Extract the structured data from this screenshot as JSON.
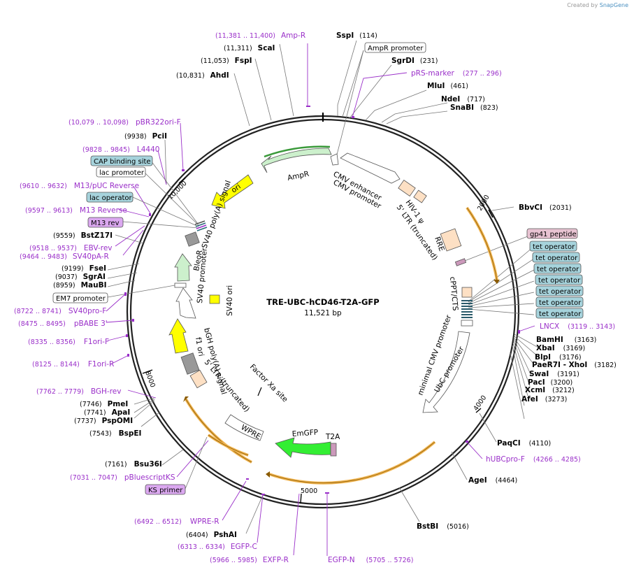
{
  "credit": {
    "prefix": "Created by",
    "brand": "SnapGene"
  },
  "plasmid": {
    "name": "TRE-UBC-hCD46-T2A-GFP",
    "size_label": "11,521 bp"
  },
  "ticks": [
    "2000",
    "4000",
    "5000",
    "8000",
    "10,000"
  ],
  "enzymes": [
    {
      "name": "SspI",
      "pos": "(114)"
    },
    {
      "name": "SgrDI",
      "pos": "(231)"
    },
    {
      "name": "MluI",
      "pos": "(461)"
    },
    {
      "name": "NdeI",
      "pos": "(717)"
    },
    {
      "name": "SnaBI",
      "pos": "(823)"
    },
    {
      "name": "BbvCI",
      "pos": "(2031)"
    },
    {
      "name": "BamHI",
      "pos": "(3163)"
    },
    {
      "name": "XbaI",
      "pos": "(3169)"
    },
    {
      "name": "BlpI",
      "pos": "(3176)"
    },
    {
      "name": "PaeR7I - XhoI",
      "pos": "(3182)"
    },
    {
      "name": "SwaI",
      "pos": "(3191)"
    },
    {
      "name": "PacI",
      "pos": "(3200)"
    },
    {
      "name": "XcmI",
      "pos": "(3212)"
    },
    {
      "name": "AfeI",
      "pos": "(3273)"
    },
    {
      "name": "PaqCI",
      "pos": "(4110)"
    },
    {
      "name": "AgeI",
      "pos": "(4464)"
    },
    {
      "name": "BstBI",
      "pos": "(5016)"
    },
    {
      "name": "PshAI",
      "pos": "(6404)"
    },
    {
      "name": "Bsu36I",
      "pos": "(7161)"
    },
    {
      "name": "BspEI",
      "pos": "(7543)"
    },
    {
      "name": "PspOMI",
      "pos": "(7737)"
    },
    {
      "name": "ApaI",
      "pos": "(7741)"
    },
    {
      "name": "PmeI",
      "pos": "(7746)"
    },
    {
      "name": "MauBI",
      "pos": "(8959)"
    },
    {
      "name": "SgrAI",
      "pos": "(9037)"
    },
    {
      "name": "FseI",
      "pos": "(9199)"
    },
    {
      "name": "BstZ17I",
      "pos": "(9559)"
    },
    {
      "name": "PciI",
      "pos": "(9938)"
    },
    {
      "name": "AhdI",
      "pos": "(10,831)"
    },
    {
      "name": "FspI",
      "pos": "(11,053)"
    },
    {
      "name": "ScaI",
      "pos": "(11,311)"
    }
  ],
  "primers": [
    {
      "name": "Amp-R",
      "pos": "(11,381 .. 11,400)"
    },
    {
      "name": "pRS-marker",
      "pos": "(277 .. 296)"
    },
    {
      "name": "LNCX",
      "pos": "(3119 .. 3143)"
    },
    {
      "name": "hUBCpro-F",
      "pos": "(4266 .. 4285)"
    },
    {
      "name": "EGFP-N",
      "pos": "(5705 .. 5726)"
    },
    {
      "name": "EXFP-R",
      "pos": "(5966 .. 5985)"
    },
    {
      "name": "EGFP-C",
      "pos": "(6313 .. 6334)"
    },
    {
      "name": "WPRE-R",
      "pos": "(6492 .. 6512)"
    },
    {
      "name": "pBluescriptKS",
      "pos": "(7031 .. 7047)"
    },
    {
      "name": "BGH-rev",
      "pos": "(7762 .. 7779)"
    },
    {
      "name": "F1ori-R",
      "pos": "(8125 .. 8144)"
    },
    {
      "name": "F1ori-F",
      "pos": "(8335 .. 8356)"
    },
    {
      "name": "pBABE 3'",
      "pos": "(8475 .. 8495)"
    },
    {
      "name": "SV40pro-F",
      "pos": "(8722 .. 8741)"
    },
    {
      "name": "SV40pA-R",
      "pos": "(9464 .. 9483)"
    },
    {
      "name": "EBV-rev",
      "pos": "(9518 .. 9537)"
    },
    {
      "name": "M13 Reverse",
      "pos": "(9597 .. 9613)"
    },
    {
      "name": "M13/pUC Reverse",
      "pos": "(9610 .. 9632)"
    },
    {
      "name": "L4440",
      "pos": "(9828 .. 9845)"
    },
    {
      "name": "pBR322ori-F",
      "pos": "(10,079 .. 10,098)"
    }
  ],
  "boxed": {
    "ampr_promoter": "AmpR promoter",
    "gp41": "gp41 peptide",
    "tet_operator": "tet operator",
    "cap_site": "CAP binding site",
    "lac_promoter": "lac promoter",
    "lac_operator": "lac operator",
    "m13rev": "M13 rev",
    "em7": "EM7 promoter",
    "ks_primer": "KS primer"
  },
  "features": {
    "ampr": "AmpR",
    "ori": "ori",
    "cmv_enh": "CMV enhancer",
    "cmv_pro": "CMV promoter",
    "hiv": "HIV-1 ψ",
    "ltr5": "5' LTR (truncated)",
    "rre": "RRE",
    "cppt": "cPPT/CTS",
    "min_cmv": "minimal CMV promoter",
    "ubc": "UbC promoter",
    "emgfp": "EmGFP",
    "t2a": "T2A",
    "wpre": "WPRE",
    "factorxa": "Factor Xa site",
    "ltr3": "5' LTR (truncated)",
    "bgh": "bGH poly(A) signal",
    "f1ori": "f1 ori",
    "sv40pro": "SV40 promoter",
    "bleor": "BleoR",
    "sv40ori": "SV40 ori",
    "sv40pa": "SV40 poly(A) signal"
  },
  "colors": {
    "primer": "#9a2fc9",
    "ampr_fill": "#ccf0cc",
    "ori_fill": "#ffff00",
    "ltr_fill": "#fde0c4",
    "polyA_fill": "#999999",
    "emgfp_fill": "#33ee33",
    "t2a_fill": "#cc99bb",
    "operator_fill": "#a6d3dc",
    "gp41_fill": "#e8c3d2",
    "m13_fill": "#dba8f0",
    "orange": "#f0b450"
  }
}
